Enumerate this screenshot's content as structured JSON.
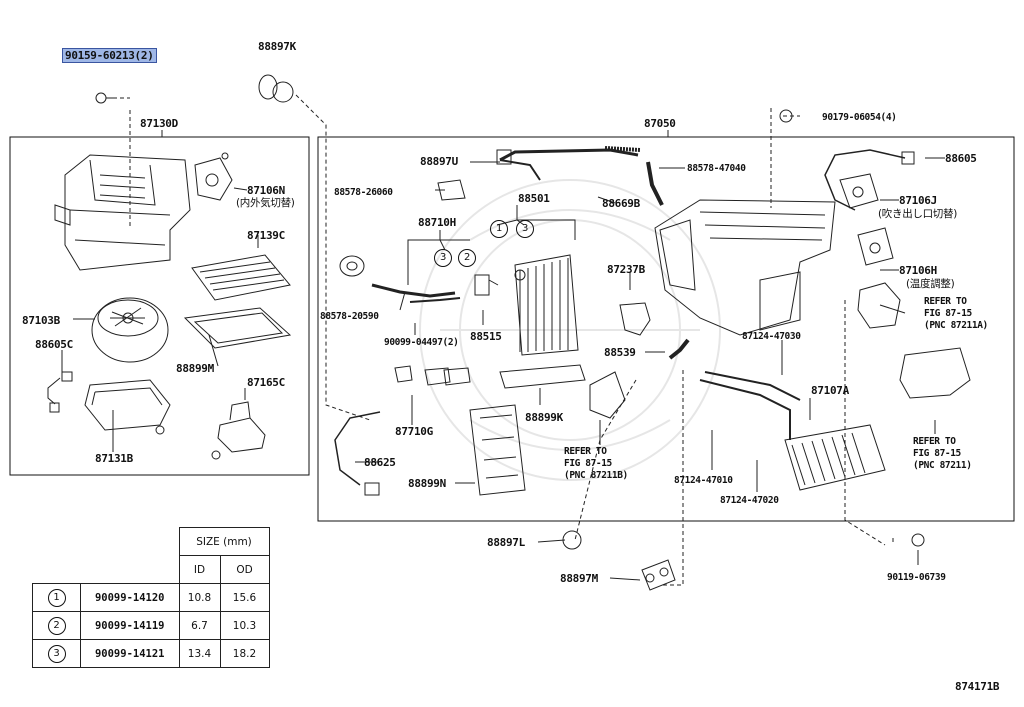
{
  "diagram_id": "874171B",
  "boxes": [
    {
      "name": "left-blower-box",
      "header": "87130D"
    },
    {
      "name": "right-heater-box",
      "header": "87050"
    }
  ],
  "labels": {
    "p90159": "90159-60213(2)",
    "p88897K": "88897K",
    "p87130D": "87130D",
    "p87106N": "87106N",
    "p87106N_jp": "(内外気切替)",
    "p87139C": "87139C",
    "p87103B": "87103B",
    "p88605C": "88605C",
    "p88899M": "88899M",
    "p87165C": "87165C",
    "p87131B": "87131B",
    "p87050": "87050",
    "p90179": "90179-06054(4)",
    "p88897U": "88897U",
    "p88578_47040": "88578-47040",
    "p88605": "88605",
    "p88578_26060": "88578-26060",
    "p88501": "88501",
    "p88669B": "88669B",
    "p87106J": "87106J",
    "p87106J_jp": "(吹き出し口切替)",
    "p88710H": "88710H",
    "p87237B": "87237B",
    "p87106H": "87106H",
    "p87106H_jp": "(温度調整)",
    "p88578_20590": "88578-20590",
    "p90099_04497": "90099-04497(2)",
    "p88515": "88515",
    "p87124_47030": "87124-47030",
    "p88539": "88539",
    "ref1_a": "REFER TO",
    "ref1_b": "FIG 87-15",
    "ref1_c": "(PNC 87211A)",
    "p87710G": "87710G",
    "p88899K": "88899K",
    "p87107A": "87107A",
    "p88625": "88625",
    "ref2_a": "REFER TO",
    "ref2_b": "FIG 87-15",
    "ref2_c": "(PNC 87211B)",
    "p87124_47010": "87124-47010",
    "ref3_a": "REFER TO",
    "ref3_b": "FIG 87-15",
    "ref3_c": "(PNC 87211)",
    "p88899N": "88899N",
    "p87124_47020": "87124-47020",
    "p88897L": "88897L",
    "p90119": "90119-06739",
    "p88897M": "88897M",
    "c1": "1",
    "c2": "2",
    "c3a": "3",
    "c3b": "3",
    "c2b": "2",
    "c3c": "3"
  },
  "size_table": {
    "title": "SIZE (mm)",
    "col_id": "ID",
    "col_od": "OD",
    "rows": [
      {
        "key": "1",
        "part": "90099-14120",
        "id": "10.8",
        "od": "15.6"
      },
      {
        "key": "2",
        "part": "90099-14119",
        "id": "6.7",
        "od": "10.3"
      },
      {
        "key": "3",
        "part": "90099-14121",
        "id": "13.4",
        "od": "18.2"
      }
    ]
  }
}
